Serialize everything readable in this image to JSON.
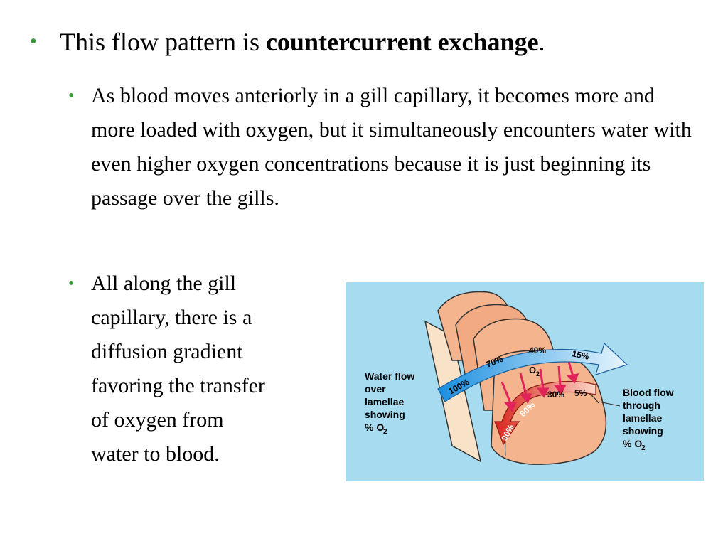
{
  "slide": {
    "bullet1": {
      "prefix": "This flow pattern is ",
      "bold": "countercurrent exchange",
      "suffix": "."
    },
    "bullet2": "As blood moves anteriorly in a gill capillary, it becomes more and more loaded with oxygen, but it simultaneously encounters water with even higher oxygen concentrations because it is just beginning its passage over the gills.",
    "bullet3_lines": [
      "All along the gill",
      "capillary, there is a",
      "diffusion gradient",
      "favoring the transfer",
      "of oxygen from",
      "water to blood."
    ],
    "bullet_glyph": "•"
  },
  "figure": {
    "water_label_lines": [
      "Water flow",
      "over",
      "lamellae",
      "showing",
      "% O"
    ],
    "water_label_sub": "2",
    "blood_label_lines": [
      "Blood flow",
      "through",
      "lamellae",
      "showing",
      "% O"
    ],
    "blood_label_sub": "2",
    "o2_label": "O",
    "o2_sub": "2",
    "water_percents": [
      "100%",
      "70%",
      "40%",
      "15%"
    ],
    "blood_percents": [
      "90%",
      "60%",
      "30%",
      "5%"
    ],
    "colors": {
      "background": "#a7dcf0",
      "tissue": "#f4b48e",
      "tissue_dark": "#d98e65",
      "water_arrow_start": "#1a8ee0",
      "water_arrow_end": "#e8f6fd",
      "blood_arrow_start": "#d8261e",
      "blood_arrow_end": "#fbd6c6",
      "diffusion_arrow": "#e0245a",
      "bullet": "#3a9a3a"
    }
  }
}
